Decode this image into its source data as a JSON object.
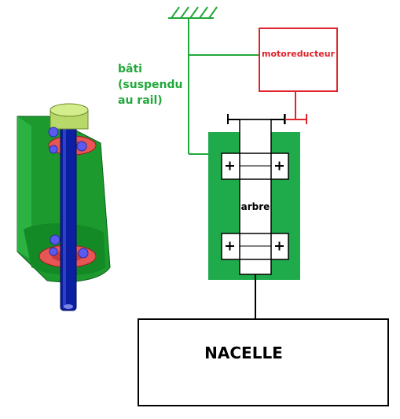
{
  "labels": {
    "frame_line1": "bâti",
    "frame_line2": "(suspendu",
    "frame_line3": "au rail)",
    "motor": "motoreducteur",
    "shaft": "arbre",
    "gondola": "NACELLE"
  },
  "colors": {
    "frame_green": "#22a83a",
    "housing_green": "#1faa4c",
    "motor_red": "#e0232b",
    "shaft_blue": "#0b1fa0",
    "bearing_red": "#e85555",
    "ball_blue": "#5a5af0",
    "ink": "#000000"
  }
}
